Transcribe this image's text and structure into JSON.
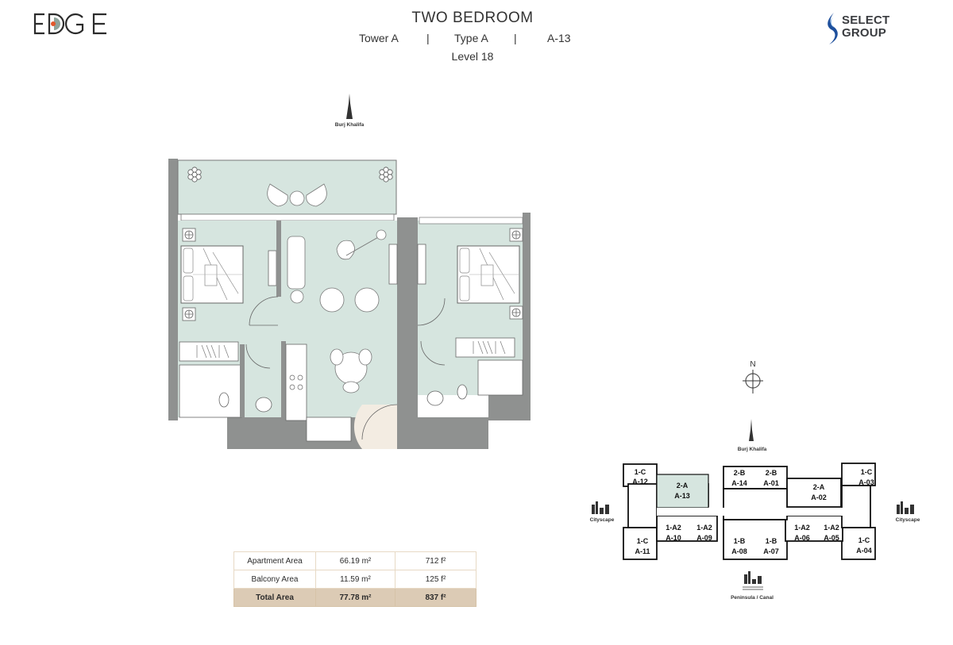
{
  "header": {
    "brand_logo": "EDGE",
    "title": "TWO BEDROOM",
    "tower": "Tower A",
    "separator": "|",
    "type": "Type A",
    "unit": "A-13",
    "level": "Level 18",
    "developer_logo_line1": "SELECT",
    "developer_logo_line2": "GROUP"
  },
  "orientation": {
    "top_landmark": "Burj Khalifa",
    "landmark_icon": "burj-khalifa-icon"
  },
  "colors": {
    "interior_fill": "#d6e5df",
    "wall": "#8f9190",
    "entry_fill": "#f3ece2",
    "total_row": "#dccbb5",
    "table_border": "#e7d9c5",
    "logo_accent": "#e2572b",
    "logo_blue": "#1d4f9c"
  },
  "area_table": {
    "rows": [
      {
        "label": "Apartment Area",
        "metric": "66.19 m²",
        "imperial": "712 f²"
      },
      {
        "label": "Balcony Area",
        "metric": "11.59 m²",
        "imperial": "125 f²"
      },
      {
        "label": "Total Area",
        "metric": "77.78 m²",
        "imperial": "837 f²"
      }
    ]
  },
  "key_plan": {
    "north_label": "N",
    "top_label": "Burj Khalifa",
    "left_label": "Cityscape",
    "right_label": "Cityscape",
    "bottom_label": "Peninsula / Canal",
    "highlighted_unit": "A-13",
    "units": [
      {
        "type": "1-C",
        "id": "A-12"
      },
      {
        "type": "2-A",
        "id": "A-13"
      },
      {
        "type": "2-B",
        "id": "A-14"
      },
      {
        "type": "2-B",
        "id": "A-01"
      },
      {
        "type": "2-A",
        "id": "A-02"
      },
      {
        "type": "1-C",
        "id": "A-03"
      },
      {
        "type": "1-C",
        "id": "A-11"
      },
      {
        "type": "1-A2",
        "id": "A-10"
      },
      {
        "type": "1-A2",
        "id": "A-09"
      },
      {
        "type": "1-B",
        "id": "A-08"
      },
      {
        "type": "1-B",
        "id": "A-07"
      },
      {
        "type": "1-A2",
        "id": "A-06"
      },
      {
        "type": "1-A2",
        "id": "A-05"
      },
      {
        "type": "1-C",
        "id": "A-04"
      }
    ]
  }
}
